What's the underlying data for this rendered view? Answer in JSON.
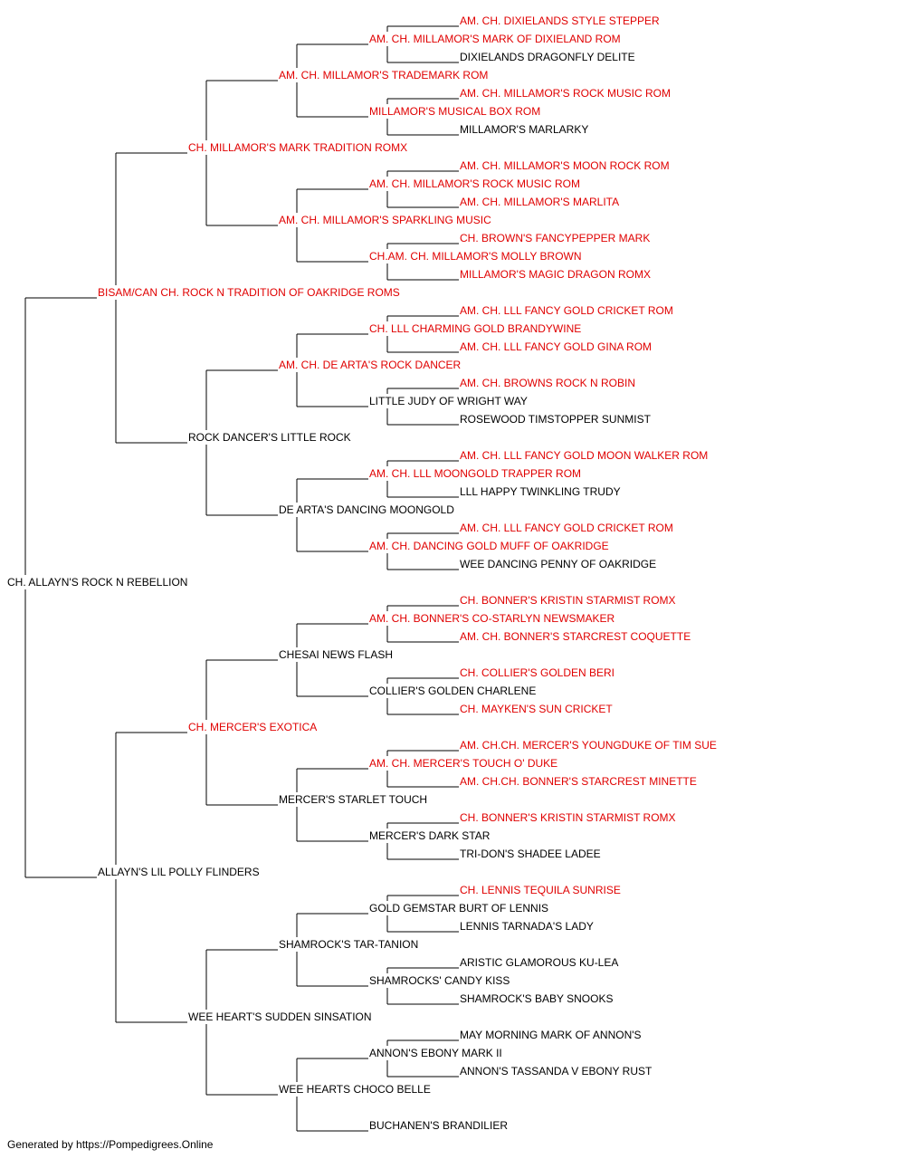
{
  "colors": {
    "champion": "#e00000",
    "regular": "#000000",
    "line": "#000000"
  },
  "pedigree": {
    "name": "CH. ALLAYN'S ROCK N REBELLION",
    "sire": {
      "name": "BISAM/CAN CH. ROCK N TRADITION OF OAKRIDGE ROMS",
      "champion": true,
      "sire": {
        "name": "CH. MILLAMOR'S MARK TRADITION ROMX",
        "champion": true,
        "sire": {
          "name": "AM. CH. MILLAMOR'S TRADEMARK ROM",
          "champion": true,
          "sire": {
            "name": "AM. CH. MILLAMOR'S MARK OF DIXIELAND ROM",
            "champion": true,
            "sire": {
              "name": "AM. CH. DIXIELANDS STYLE STEPPER",
              "champion": true
            },
            "dam": {
              "name": "DIXIELANDS DRAGONFLY DELITE"
            }
          },
          "dam": {
            "name": "MILLAMOR'S MUSICAL BOX ROM",
            "champion": true,
            "sire": {
              "name": "AM. CH. MILLAMOR'S ROCK MUSIC ROM",
              "champion": true
            },
            "dam": {
              "name": "MILLAMOR'S MARLARKY"
            }
          }
        },
        "dam": {
          "name": "AM. CH. MILLAMOR'S SPARKLING MUSIC",
          "champion": true,
          "sire": {
            "name": "AM. CH. MILLAMOR'S ROCK MUSIC ROM",
            "champion": true,
            "sire": {
              "name": "AM. CH. MILLAMOR'S MOON ROCK ROM",
              "champion": true
            },
            "dam": {
              "name": "AM. CH. MILLAMOR'S MARLITA",
              "champion": true
            }
          },
          "dam": {
            "name": "CH.AM. CH. MILLAMOR'S MOLLY BROWN",
            "champion": true,
            "sire": {
              "name": "CH. BROWN'S FANCYPEPPER MARK",
              "champion": true
            },
            "dam": {
              "name": "MILLAMOR'S MAGIC DRAGON ROMX",
              "champion": true
            }
          }
        }
      },
      "dam": {
        "name": "ROCK DANCER'S LITTLE ROCK",
        "sire": {
          "name": "AM. CH. DE ARTA'S ROCK DANCER",
          "champion": true,
          "sire": {
            "name": "CH. LLL CHARMING GOLD BRANDYWINE",
            "champion": true,
            "sire": {
              "name": "AM. CH. LLL FANCY GOLD CRICKET ROM",
              "champion": true
            },
            "dam": {
              "name": "AM. CH. LLL FANCY GOLD GINA ROM",
              "champion": true
            }
          },
          "dam": {
            "name": "LITTLE JUDY OF WRIGHT WAY",
            "sire": {
              "name": "AM. CH. BROWNS ROCK N ROBIN",
              "champion": true
            },
            "dam": {
              "name": "ROSEWOOD TIMSTOPPER SUNMIST"
            }
          }
        },
        "dam": {
          "name": "DE ARTA'S DANCING MOONGOLD",
          "sire": {
            "name": "AM. CH. LLL MOONGOLD TRAPPER ROM",
            "champion": true,
            "sire": {
              "name": "AM. CH. LLL FANCY GOLD MOON WALKER ROM",
              "champion": true
            },
            "dam": {
              "name": "LLL HAPPY TWINKLING TRUDY"
            }
          },
          "dam": {
            "name": "AM. CH. DANCING GOLD MUFF OF OAKRIDGE",
            "champion": true,
            "sire": {
              "name": "AM. CH. LLL FANCY GOLD CRICKET ROM",
              "champion": true
            },
            "dam": {
              "name": "WEE DANCING PENNY OF OAKRIDGE"
            }
          }
        }
      }
    },
    "dam": {
      "name": "ALLAYN'S LIL POLLY FLINDERS",
      "sire": {
        "name": "CH. MERCER'S EXOTICA",
        "champion": true,
        "sire": {
          "name": "CHESAI NEWS FLASH",
          "sire": {
            "name": "AM. CH. BONNER'S CO-STARLYN NEWSMAKER",
            "champion": true,
            "sire": {
              "name": "CH. BONNER'S KRISTIN STARMIST ROMX",
              "champion": true
            },
            "dam": {
              "name": "AM. CH. BONNER'S STARCREST COQUETTE",
              "champion": true
            }
          },
          "dam": {
            "name": "COLLIER'S GOLDEN CHARLENE",
            "sire": {
              "name": "CH. COLLIER'S GOLDEN BERI",
              "champion": true
            },
            "dam": {
              "name": "CH. MAYKEN'S SUN CRICKET",
              "champion": true
            }
          }
        },
        "dam": {
          "name": "MERCER'S STARLET TOUCH",
          "sire": {
            "name": "AM. CH. MERCER'S TOUCH O' DUKE",
            "champion": true,
            "sire": {
              "name": "AM. CH.CH. MERCER'S YOUNGDUKE OF TIM SUE",
              "champion": true
            },
            "dam": {
              "name": "AM. CH.CH. BONNER'S STARCREST MINETTE",
              "champion": true
            }
          },
          "dam": {
            "name": "MERCER'S DARK STAR",
            "sire": {
              "name": "CH. BONNER'S KRISTIN STARMIST ROMX",
              "champion": true
            },
            "dam": {
              "name": "TRI-DON'S SHADEE LADEE"
            }
          }
        }
      },
      "dam": {
        "name": "WEE HEART'S SUDDEN SINSATION",
        "sire": {
          "name": "SHAMROCK'S TAR-TANION",
          "sire": {
            "name": "GOLD GEMSTAR BURT OF LENNIS",
            "sire": {
              "name": "CH. LENNIS TEQUILA SUNRISE",
              "champion": true
            },
            "dam": {
              "name": "LENNIS TARNADA'S LADY"
            }
          },
          "dam": {
            "name": "SHAMROCKS' CANDY KISS",
            "sire": {
              "name": "ARISTIC GLAMOROUS KU-LEA"
            },
            "dam": {
              "name": "SHAMROCK'S BABY SNOOKS"
            }
          }
        },
        "dam": {
          "name": "WEE HEARTS CHOCO BELLE",
          "sire": {
            "name": "ANNON'S EBONY MARK II",
            "sire": {
              "name": "MAY MORNING MARK OF ANNON'S"
            },
            "dam": {
              "name": "ANNON'S TASSANDA V EBONY RUST"
            }
          },
          "dam": {
            "name": "BUCHANEN'S BRANDILIER"
          }
        }
      }
    }
  },
  "footer": {
    "text": "Generated by https://Pompedigrees.Online"
  }
}
